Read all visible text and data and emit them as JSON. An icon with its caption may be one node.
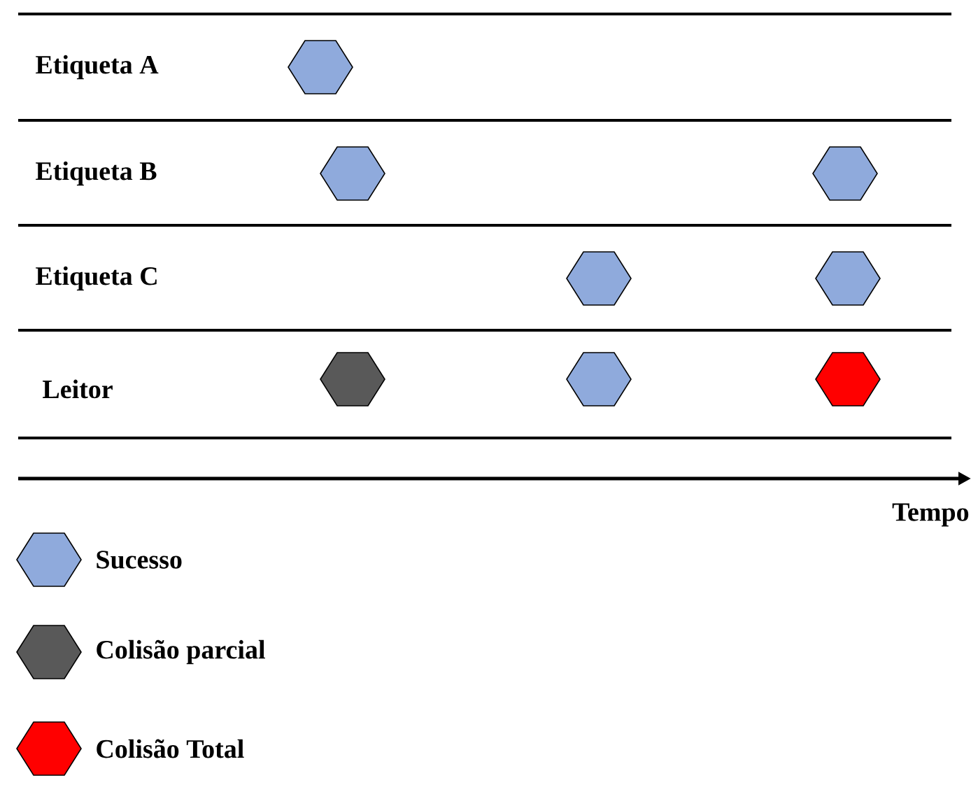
{
  "diagram": {
    "labels": [
      "Etiqueta A",
      "Etiqueta B",
      "Etiqueta C",
      "Leitor",
      "Tempo"
    ],
    "legend": [
      {
        "text": "Sucesso",
        "color": "#8faadc"
      },
      {
        "text": "Colisão parcial",
        "color": "#595959"
      },
      {
        "text": "Colisão Total",
        "color": "#ff0000"
      }
    ]
  }
}
